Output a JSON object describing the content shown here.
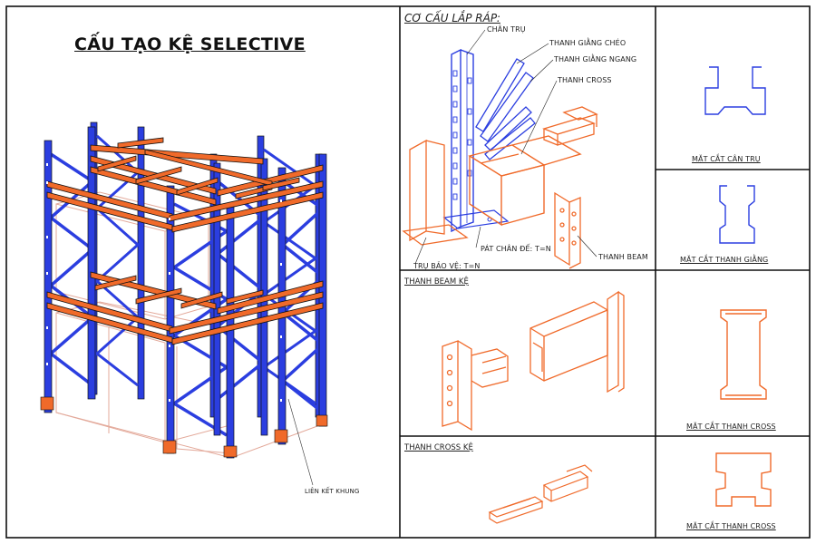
{
  "main": {
    "title": "CẤU TẠO KỆ SELECTIVE",
    "frame_link_label": "LIÊN KẾT KHUNG"
  },
  "assembly": {
    "heading": "CƠ CẤU LẮP RÁP:",
    "labels": {
      "upright": "CHÂN TRỤ",
      "diagonal_brace": "THANH GIẰNG CHÉO",
      "horizontal_brace": "THANH GIẰNG NGANG",
      "cross_bar": "THANH CROSS",
      "base_plate": "PÁT CHÂN ĐẾ: T=N",
      "beam": "THANH BEAM",
      "guard": "TRỤ BẢO VỆ: T=N"
    }
  },
  "beam_section": {
    "heading": "THANH BEAM KỆ"
  },
  "cross_section": {
    "heading": "THANH CROSS KỆ"
  },
  "profiles": {
    "upright": "MẶT CẮT CÂN TRỤ",
    "brace": "MẶT CẮT THANH GIẰNG",
    "cross_1": "MẶT CẮT THANH CROSS",
    "cross_2": "MẶT CẮT THANH CROSS"
  },
  "colors": {
    "upright_blue": "#2b3ee0",
    "beam_orange": "#f06a2a",
    "outline": "#111111",
    "box_line": "#e3a99a"
  }
}
